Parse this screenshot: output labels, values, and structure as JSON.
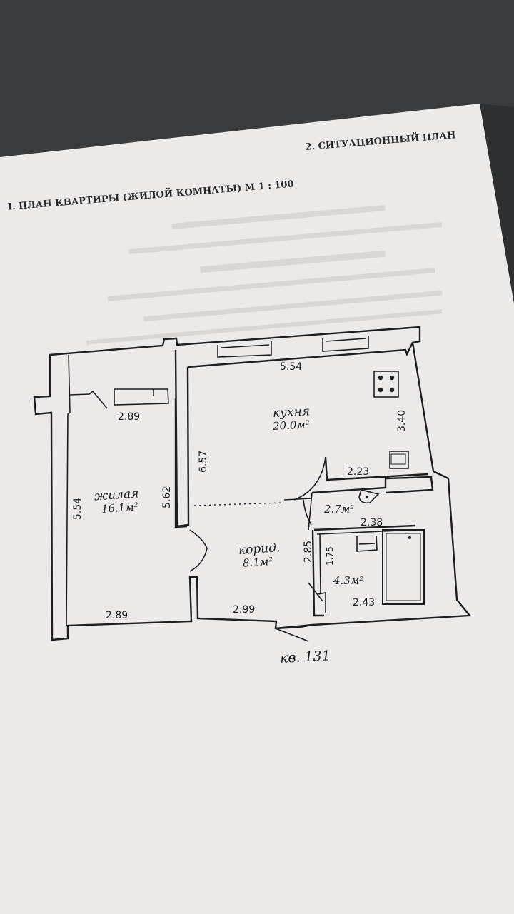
{
  "header": {
    "section1": "I. ПЛАН КВАРТИРЫ (ЖИЛОЙ КОМНАТЫ) М 1 : 100",
    "section2": "2. СИТУАЦИОННЫЙ ПЛАН"
  },
  "rooms": {
    "living": {
      "name": "жилая",
      "area": "16.1м²"
    },
    "kitchen": {
      "name": "кухня",
      "area": "20.0м²"
    },
    "corridor": {
      "name": "корид.",
      "area": "8.1м²"
    },
    "wc": {
      "area": "2.7м²"
    },
    "bath": {
      "area": "4.3м²"
    }
  },
  "dimensions": {
    "kitchen_top": "5.54",
    "kitchen_right": "3.40",
    "kitchen_left": "6.57",
    "living_top": "2.89",
    "living_left": "5.54",
    "living_right": "5.62",
    "living_bottom": "2.89",
    "corridor_bottom": "2.99",
    "kitchen_lower": "2.23",
    "wc_bottom": "2.38",
    "corridor_height": "2.85",
    "bath_height": "1.75",
    "bath_bottom": "2.43"
  },
  "apartment_label": "кв. 131"
}
